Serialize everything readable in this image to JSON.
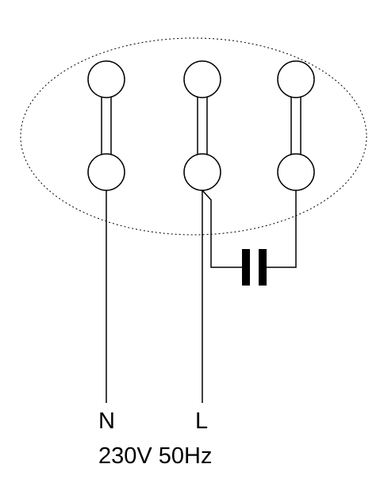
{
  "labels": {
    "neutral": "N",
    "line": "L",
    "supply": "230V 50Hz"
  }
}
